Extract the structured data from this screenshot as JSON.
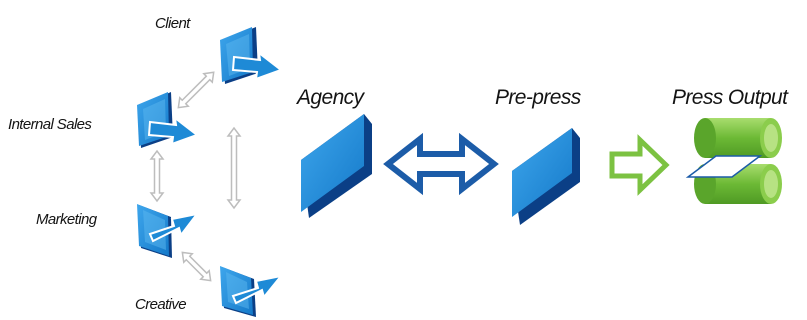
{
  "labels": {
    "client": "Client",
    "internal_sales": "Internal Sales",
    "marketing": "Marketing",
    "creative": "Creative",
    "agency": "Agency",
    "prepress": "Pre-press",
    "press_output": "Press Output"
  },
  "colors": {
    "panel_blue": "#1e8ad6",
    "panel_dark": "#0b3f86",
    "bidirectional_arrow": "#1c5ca8",
    "flow_arrow": "#7cc242",
    "press_green": "#7ec33f",
    "small_arrow_outline": "#bdbdbd"
  },
  "icons": {
    "client": "document-send-icon",
    "internal_sales": "document-send-icon",
    "marketing": "document-send-icon",
    "creative": "document-send-icon",
    "press": "printing-press-icon"
  }
}
